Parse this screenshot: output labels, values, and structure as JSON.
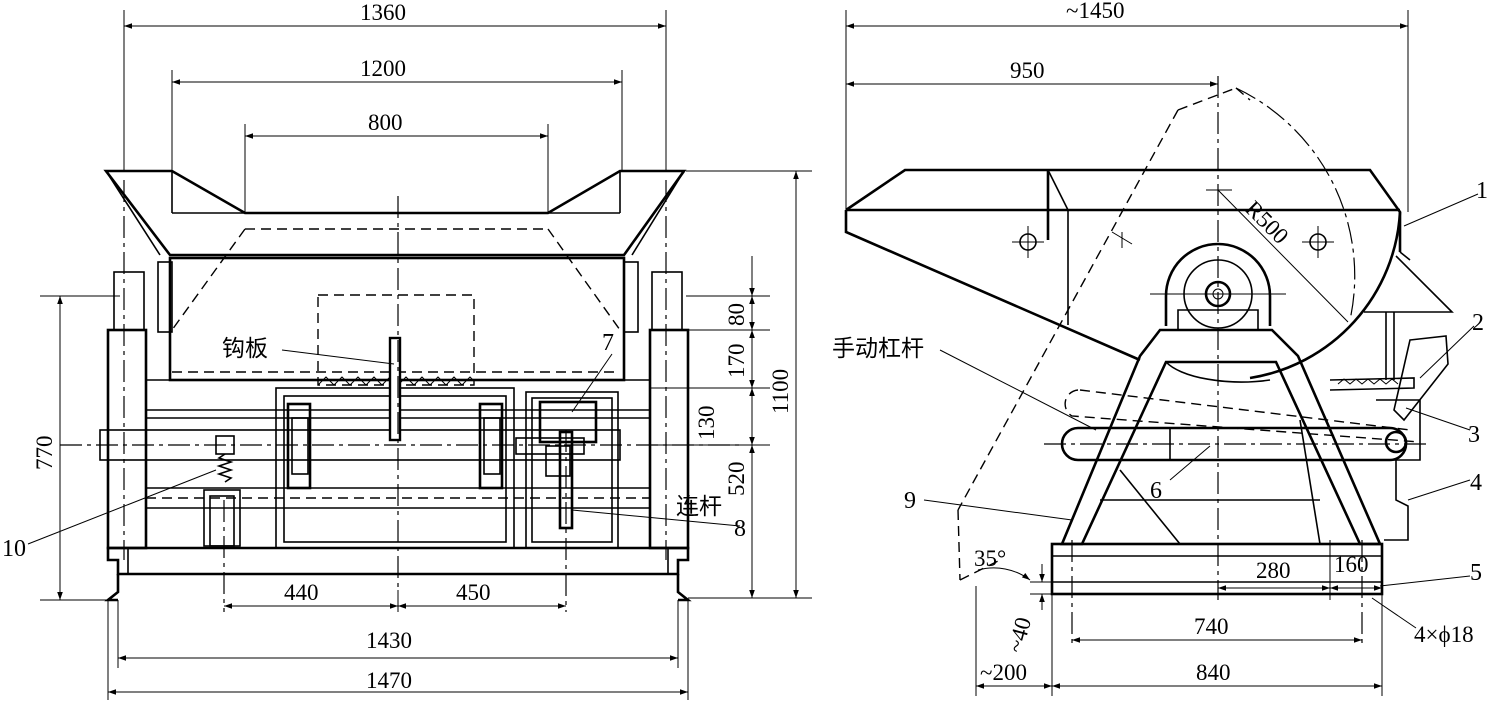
{
  "front_view": {
    "dimensions": {
      "overall_top_width": "1360",
      "hopper_width": "1200",
      "inner_width": "800",
      "base_width_inner": "1430",
      "base_width_outer": "1470",
      "offset_left": "440",
      "offset_right": "450",
      "height_770": "770",
      "height_80": "80",
      "height_170": "170",
      "height_130": "130",
      "height_520": "520",
      "height_1100": "1100"
    },
    "labels": {
      "hook_plate": "钩板",
      "connecting_rod": "连杆",
      "part_7": "7",
      "part_8": "8",
      "part_10": "10"
    }
  },
  "side_view": {
    "dimensions": {
      "overall_width": "~1450",
      "width_950": "950",
      "radius": "R500",
      "base_740": "740",
      "base_840": "840",
      "offset_280": "280",
      "offset_160": "160",
      "holes": "4×ϕ18",
      "angle": "35°",
      "clearance_40": "~40",
      "overhang_200": "~200"
    },
    "labels": {
      "manual_lever": "手动杠杆",
      "part_1": "1",
      "part_2": "2",
      "part_3": "3",
      "part_4": "4",
      "part_5": "5",
      "part_6": "6",
      "part_9": "9"
    }
  }
}
